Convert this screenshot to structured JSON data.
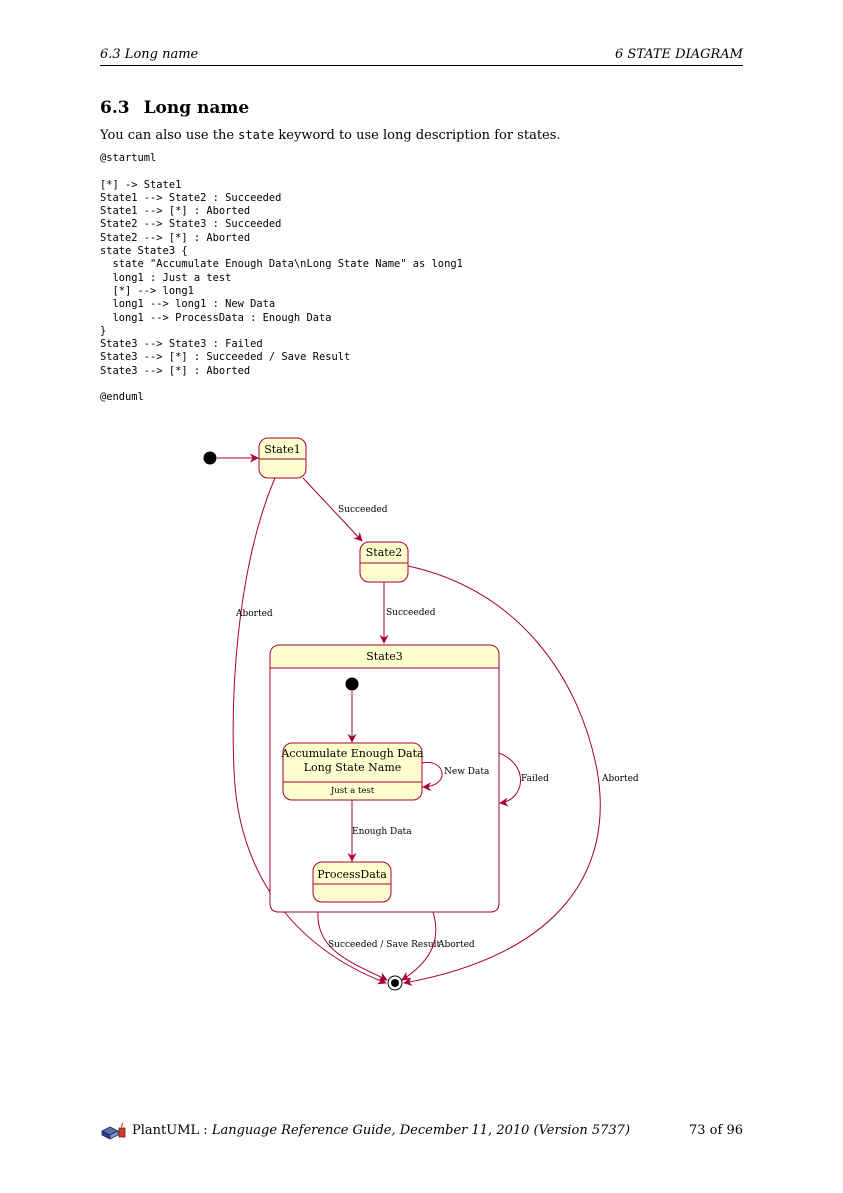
{
  "header": {
    "left": "6.3   Long name",
    "right": "6   STATE DIAGRAM"
  },
  "section": {
    "number": "6.3",
    "title": "Long name"
  },
  "intro": {
    "before": "You can also use the ",
    "keyword": "state",
    "after": " keyword to use long description for states."
  },
  "code": [
    "@startuml",
    "",
    "[*] -> State1",
    "State1 --> State2 : Succeeded",
    "State1 --> [*] : Aborted",
    "State2 --> State3 : Succeeded",
    "State2 --> [*] : Aborted",
    "state State3 {",
    "  state \"Accumulate Enough Data\\nLong State Name\" as long1",
    "  long1 : Just a test",
    "  [*] --> long1",
    "  long1 --> long1 : New Data",
    "  long1 --> ProcessData : Enough Data",
    "}",
    "State3 --> State3 : Failed",
    "State3 --> [*] : Succeeded / Save Result",
    "State3 --> [*] : Aborted",
    "",
    "@enduml"
  ],
  "diagram": {
    "colors": {
      "fill": "#FEFECE",
      "line": "#A80036"
    },
    "states": {
      "state1": "State1",
      "state2": "State2",
      "state3": "State3",
      "long1_line1": "Accumulate Enough Data",
      "long1_line2": "Long State Name",
      "long1_desc": "Just a test",
      "process": "ProcessData"
    },
    "edges": {
      "s1_s2": "Succeeded",
      "s2_s3": "Succeeded",
      "s1_end": "Aborted",
      "s2_end": "Aborted",
      "long_self": "New Data",
      "long_process": "Enough Data",
      "s3_self": "Failed",
      "s3_end_ok": "Succeeded / Save Result",
      "s3_end_abort": "Aborted"
    }
  },
  "footer": {
    "product": "PlantUML",
    "sep": " : ",
    "guide": "Language Reference Guide, December 11, 2010 (Version 5737)",
    "page": "73 of 96"
  }
}
